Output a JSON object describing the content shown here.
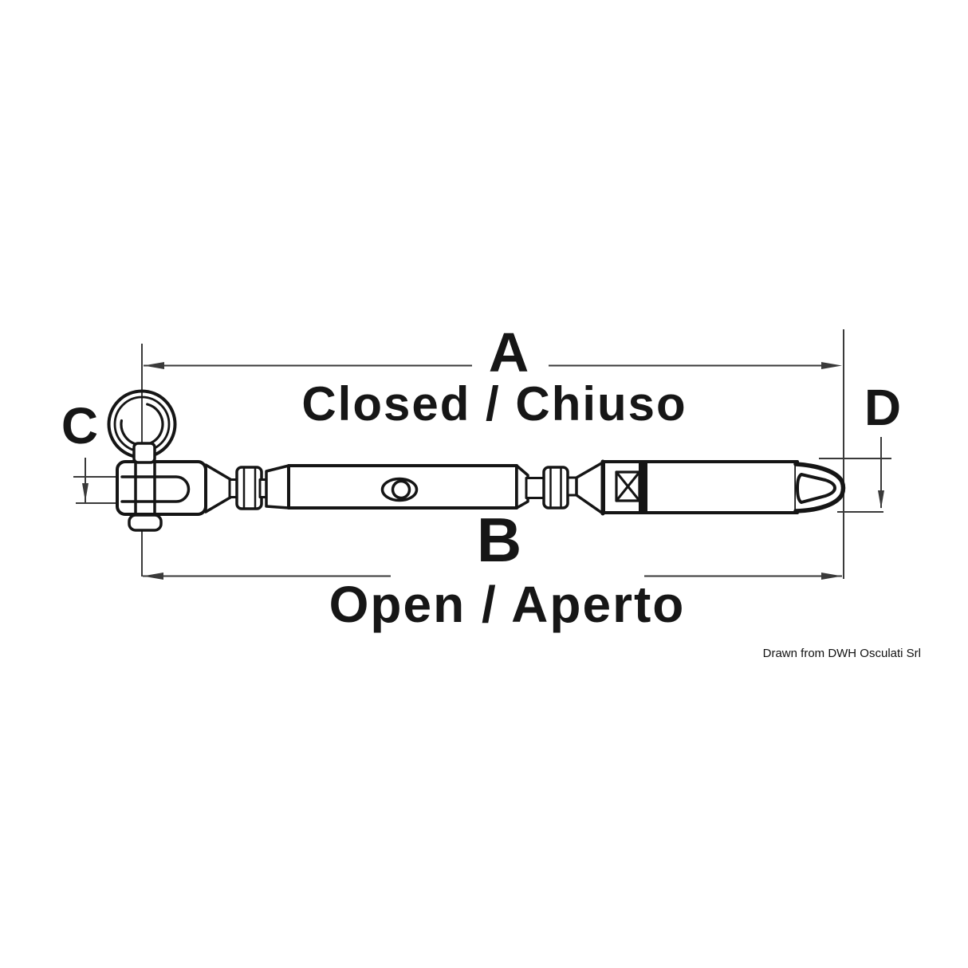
{
  "diagram": {
    "title_top": "Closed / Chiuso",
    "title_bottom": "Open / Aperto",
    "dimensions": {
      "a": "A",
      "b": "B",
      "c": "C",
      "d": "D"
    },
    "credit": "Drawn from DWH Osculati Srl",
    "colors": {
      "background": "#ffffff",
      "drawing_line": "#151515",
      "dimension_line": "#3a3a3a",
      "text": "#161616"
    }
  }
}
